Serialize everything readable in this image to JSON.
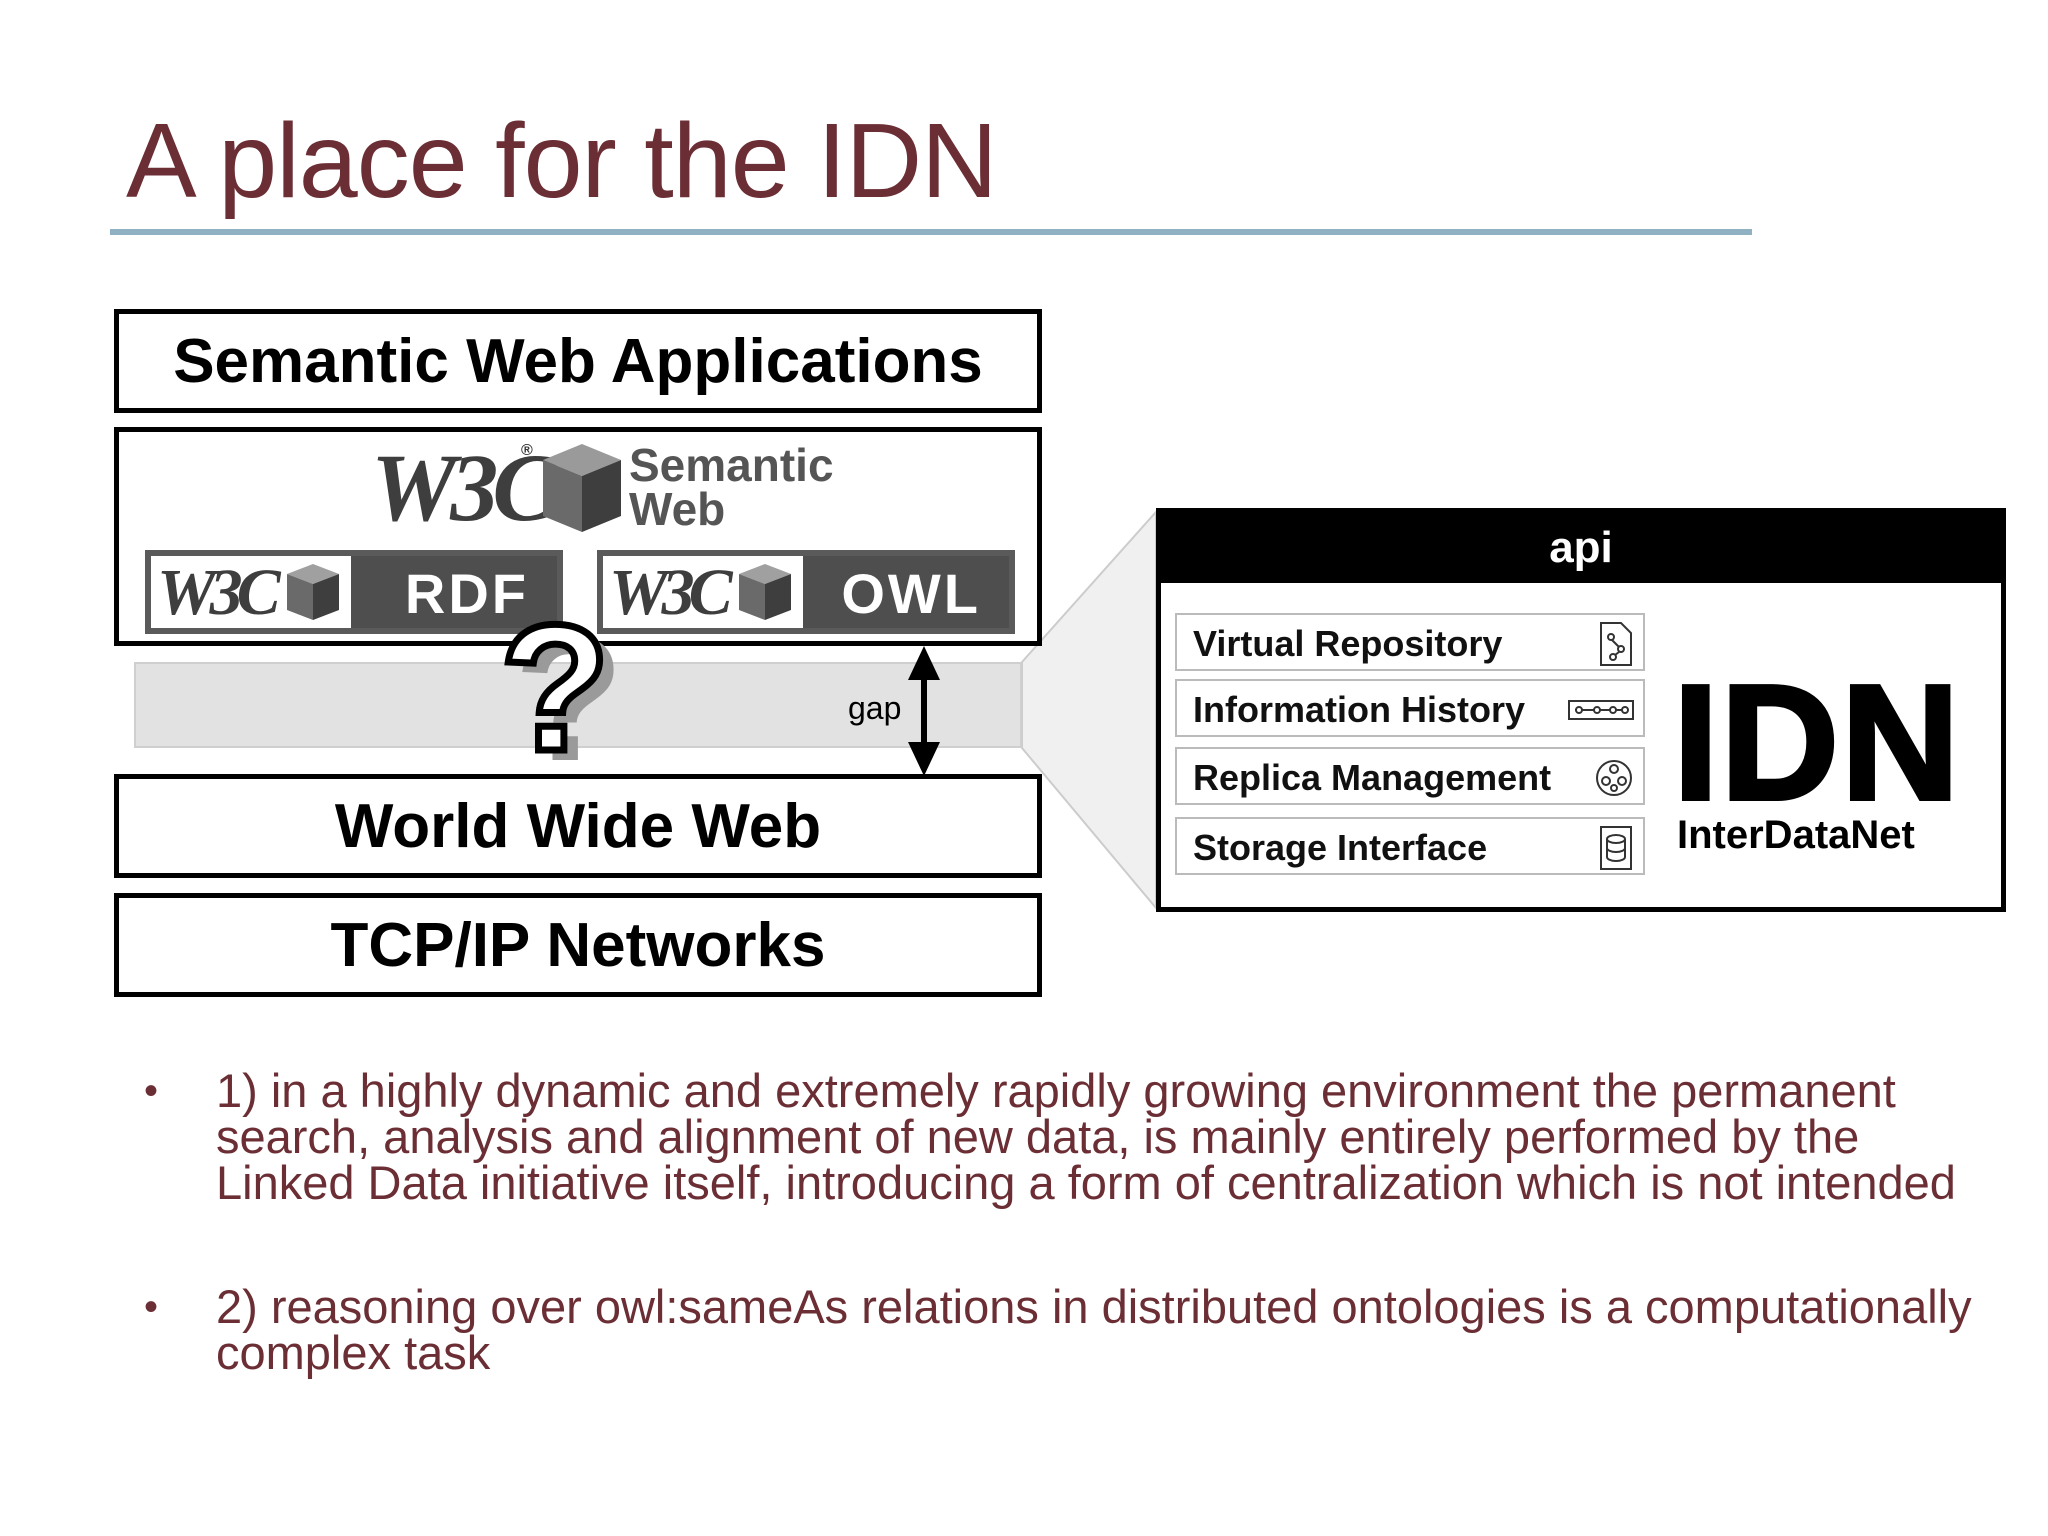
{
  "slide": {
    "title": "A place for the IDN"
  },
  "stack": {
    "semantic_web_applications": "Semantic Web Applications",
    "semantic_web_logo": {
      "w3c": "W3C",
      "registered": "®",
      "semantic": "Semantic",
      "web": "Web"
    },
    "rdf_badge": {
      "w3c": "W3C",
      "label": "RDF"
    },
    "owl_badge": {
      "w3c": "W3C",
      "label": "OWL"
    },
    "question_mark": "?",
    "gap_label": "gap",
    "world_wide_web": "World Wide Web",
    "tcp_ip": "TCP/IP Networks"
  },
  "idn_panel": {
    "api_label": "api",
    "services": [
      {
        "label": "Virtual Repository",
        "icon": "repository-icon"
      },
      {
        "label": "Information History",
        "icon": "history-icon"
      },
      {
        "label": "Replica Management",
        "icon": "replica-icon"
      },
      {
        "label": "Storage Interface",
        "icon": "storage-icon"
      }
    ],
    "logo_text": "IDN",
    "logo_subtitle": "InterDataNet"
  },
  "bullets": [
    {
      "marker": "•",
      "text": "1) in a highly dynamic and extremely rapidly growing environment the permanent search, analysis and alignment of new data, is mainly entirely performed by the Linked Data initiative itself, introducing a form of centralization which is not intended"
    },
    {
      "marker": "•",
      "text": "2) reasoning over owl:sameAs relations in distributed ontologies is a computationally complex task"
    }
  ],
  "colors": {
    "title": "#6b2e34",
    "rule": "#8fb1c2",
    "gap_band": "#e2e2e2"
  }
}
